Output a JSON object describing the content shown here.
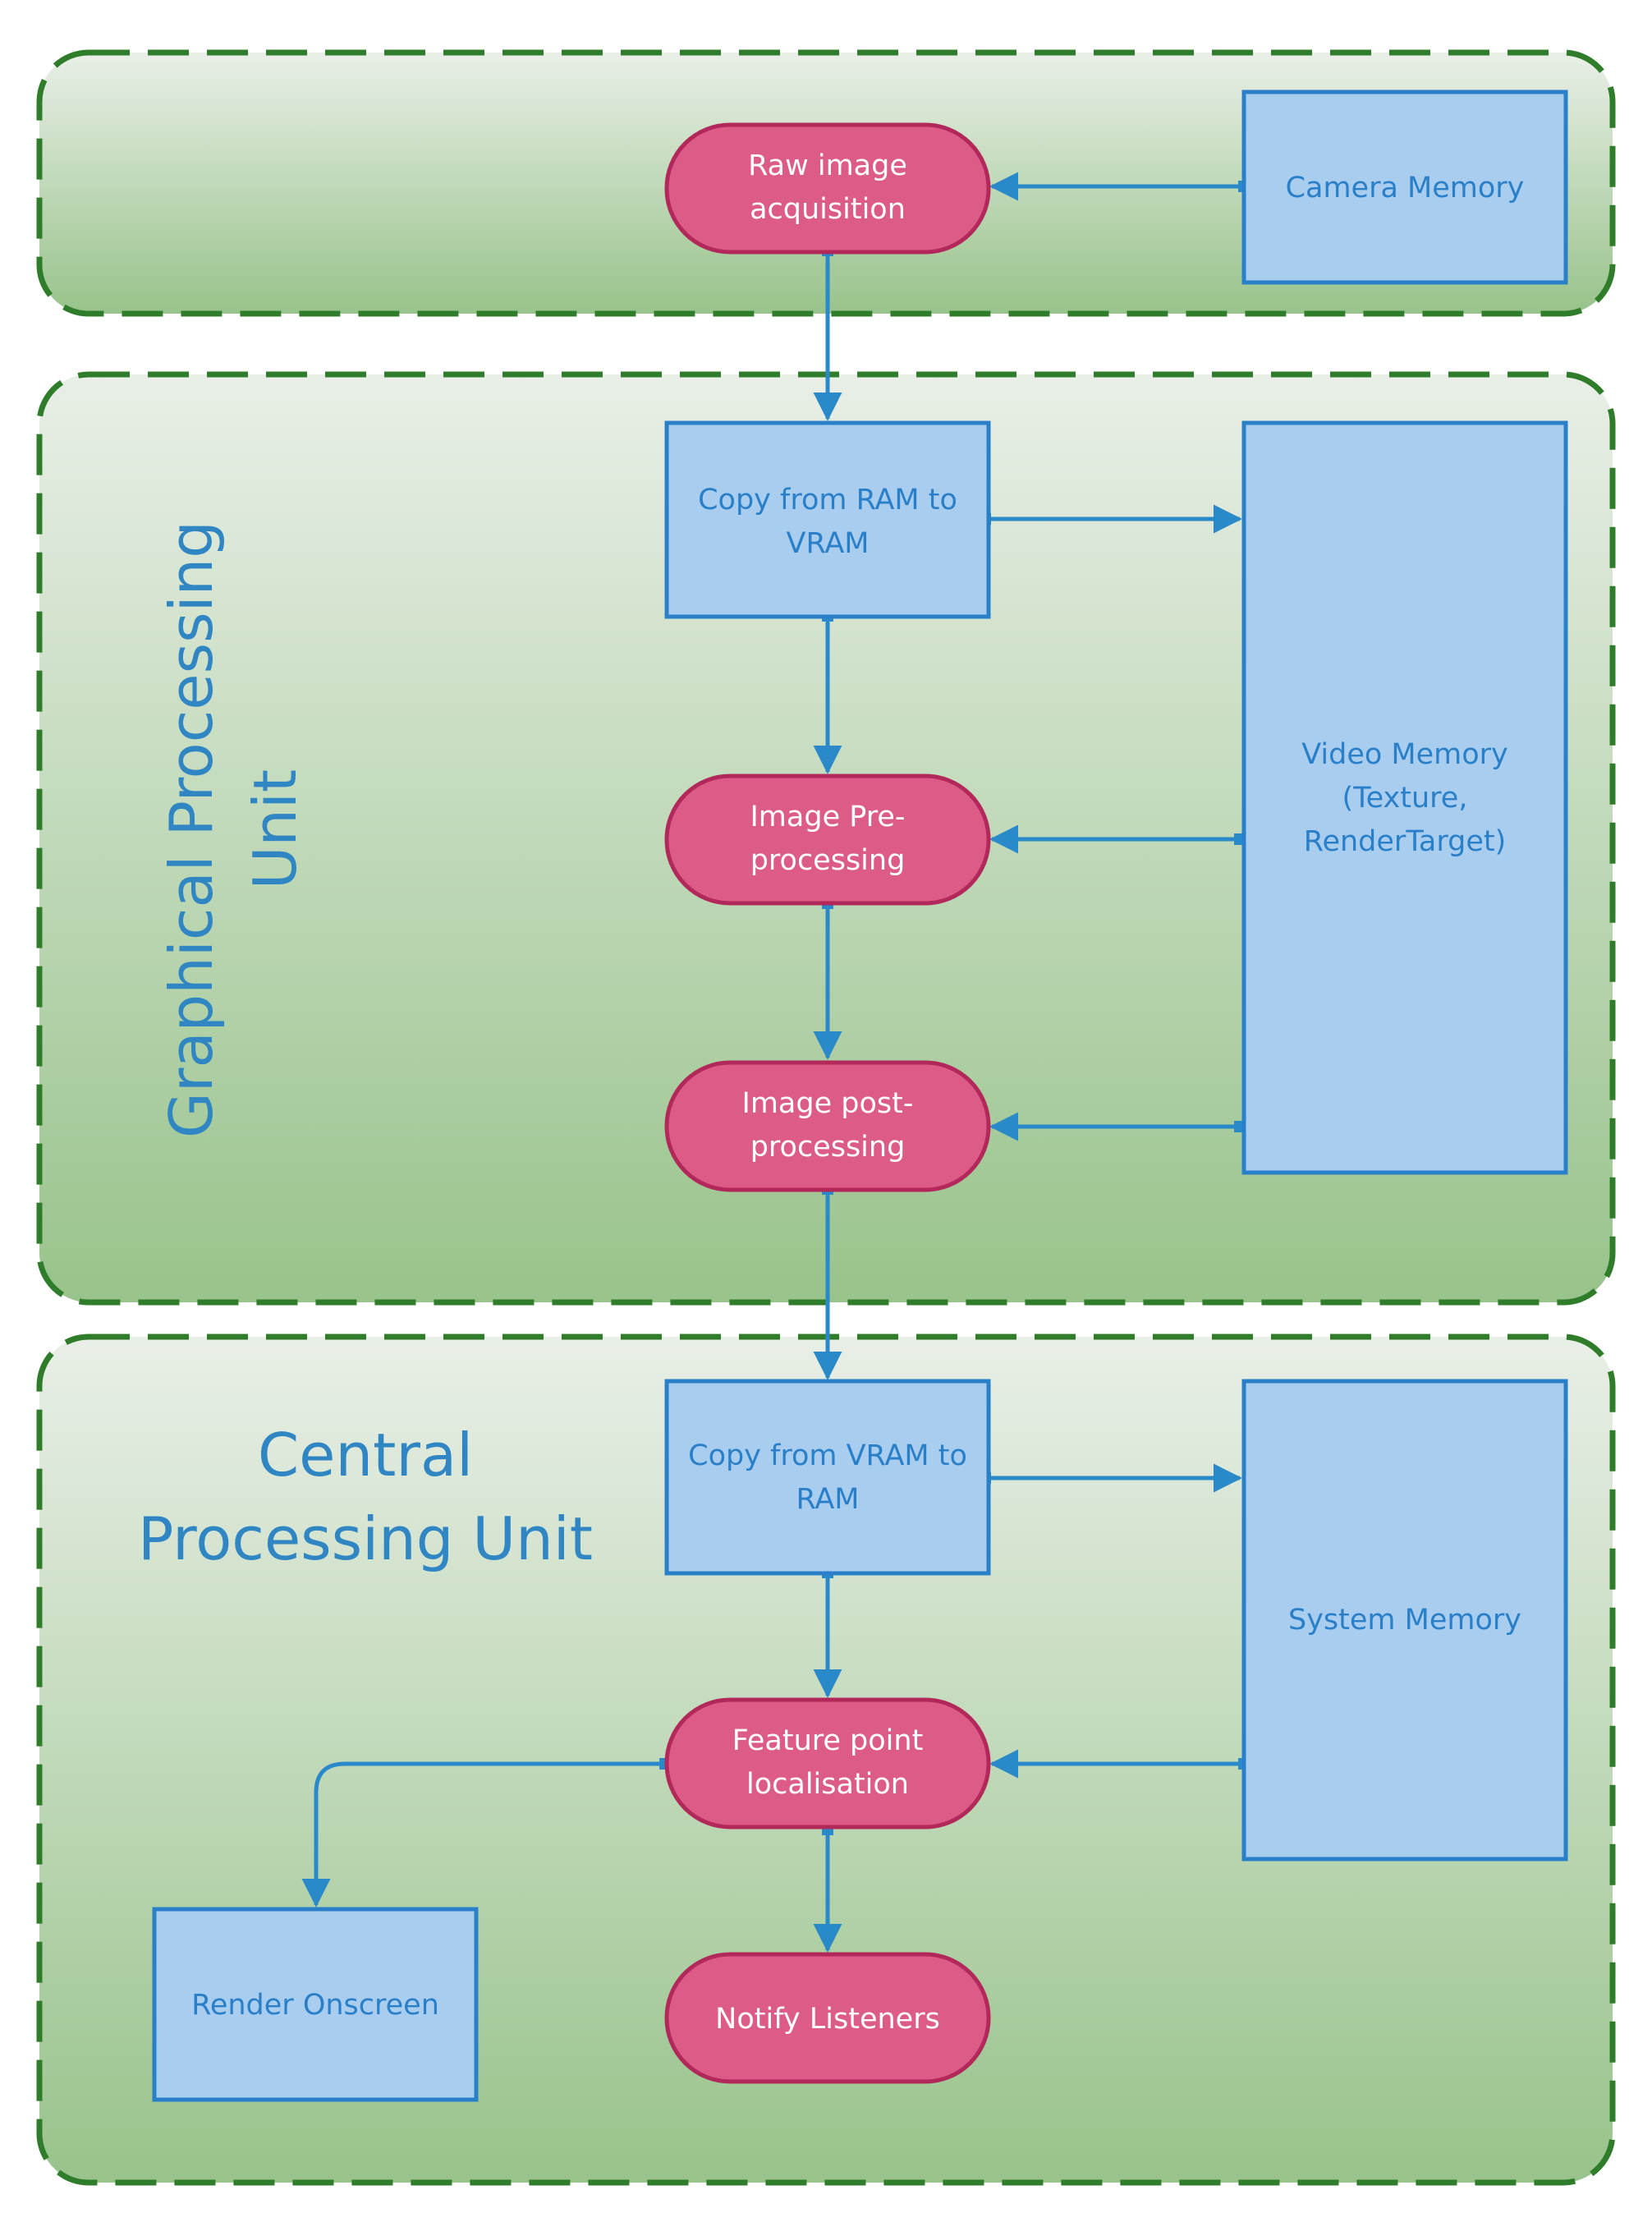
{
  "regions": {
    "camera": {
      "title": ""
    },
    "gpu": {
      "title_line1": "Graphical Processing",
      "title_line2": "Unit"
    },
    "cpu": {
      "title_line1": "Central",
      "title_line2": "Processing Unit"
    }
  },
  "nodes": {
    "raw_image": {
      "line1": "Raw image",
      "line2": "acquisition"
    },
    "camera_memory": {
      "line1": "Camera Memory"
    },
    "copy_ram_to_vram": {
      "line1": "Copy from RAM to",
      "line2": "VRAM"
    },
    "video_memory": {
      "line1": "Video Memory",
      "line2": "(Texture,",
      "line3": "RenderTarget)"
    },
    "image_pre": {
      "line1": "Image Pre-",
      "line2": "processing"
    },
    "image_post": {
      "line1": "Image post-",
      "line2": "processing"
    },
    "copy_vram_to_ram": {
      "line1": "Copy from VRAM to",
      "line2": "RAM"
    },
    "system_memory": {
      "line1": "System Memory"
    },
    "feature_point": {
      "line1": "Feature point",
      "line2": "localisation"
    },
    "render_onscreen": {
      "line1": "Render Onscreen"
    },
    "notify_listeners": {
      "line1": "Notify Listeners"
    }
  },
  "colors": {
    "region_fill_top": "#e8efe6",
    "region_fill_bottom": "#9cc58f",
    "region_border": "#2f7d2a",
    "box_fill": "#a9cdee",
    "box_border": "#2a7fc9",
    "box_text": "#2a7fc9",
    "pill_fill": "#dd5c87",
    "pill_border": "#b3285a",
    "pill_text": "#ffffff",
    "arrow": "#2a89c9",
    "region_title": "#2f86c3"
  }
}
